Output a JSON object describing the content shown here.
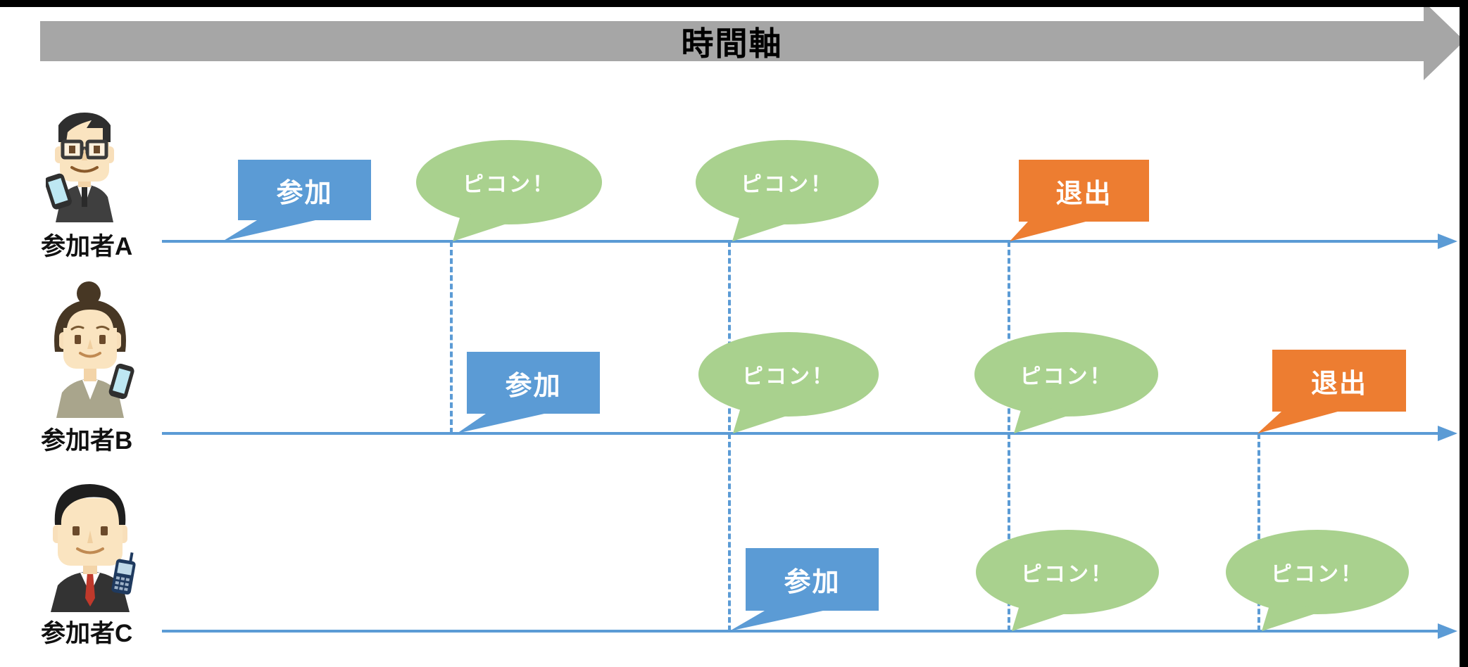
{
  "diagram": {
    "title": "時間軸",
    "colors": {
      "timeline_blue": "#5B9BD5",
      "join_blue": "#5B9BD5",
      "notify_green": "#A9D18E",
      "exit_orange": "#ED7D31",
      "axis_gray": "#A6A6A6",
      "frame_black": "#000000",
      "label_text": "#111111",
      "callout_text": "#FFFFFF"
    },
    "participants": [
      {
        "label": "参加者A",
        "events": [
          {
            "type": "join",
            "label": "参加"
          },
          {
            "type": "notify",
            "label": "ピコン！"
          },
          {
            "type": "notify",
            "label": "ピコン！"
          },
          {
            "type": "exit",
            "label": "退出"
          }
        ]
      },
      {
        "label": "参加者B",
        "events": [
          {
            "type": "join",
            "label": "参加"
          },
          {
            "type": "notify",
            "label": "ピコン！"
          },
          {
            "type": "notify",
            "label": "ピコン！"
          },
          {
            "type": "exit",
            "label": "退出"
          }
        ]
      },
      {
        "label": "参加者C",
        "events": [
          {
            "type": "join",
            "label": "参加"
          },
          {
            "type": "notify",
            "label": "ピコン！"
          },
          {
            "type": "notify",
            "label": "ピコン！"
          }
        ]
      }
    ]
  }
}
